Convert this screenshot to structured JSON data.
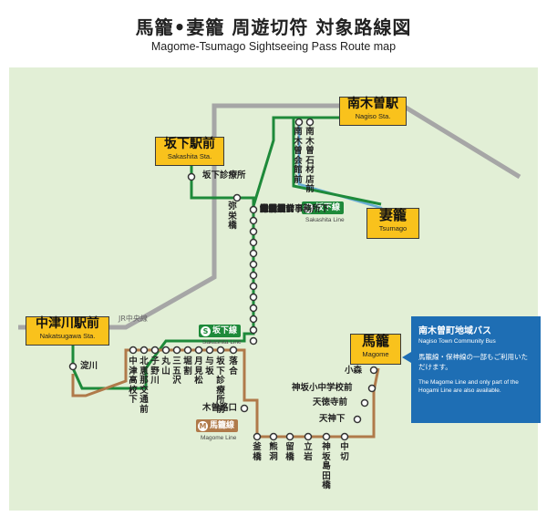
{
  "header": {
    "title_ja": "馬籠•妻籠 周遊切符 対象路線図",
    "title_en": "Magome-Tsumago Sightseeing Pass Route map"
  },
  "colors": {
    "background": "#e2efd6",
    "jr_line": "#a6a6a6",
    "sakashita_line": "#1e8a3a",
    "magome_line": "#b07a4a",
    "nagiso_line": "#6aaed6",
    "station_box": "#f9c21c",
    "info_box": "#1e6eb4"
  },
  "major_stations": {
    "nagiso": {
      "ja": "南木曽駅",
      "en": "Nagiso Sta."
    },
    "sakashita": {
      "ja": "坂下駅前",
      "en": "Sakashita Sta."
    },
    "tsumago": {
      "ja": "妻籠",
      "en": "Tsumago"
    },
    "nakatsugawa": {
      "ja": "中津川駅前",
      "en": "Nakatsugawa Sta."
    },
    "magome": {
      "ja": "馬籠",
      "en": "Magome"
    }
  },
  "lines": {
    "jr": "JR中央線",
    "sakashita_line": {
      "ja": "坂下線",
      "en": "Sakashita Line",
      "icon": "S"
    },
    "magome_line": {
      "ja": "馬籠線",
      "en": "Magome Line",
      "icon": "M"
    }
  },
  "stops": {
    "sakashita_clinic": "坂下診療所",
    "yasaka": "弥栄橋",
    "nagiso_pair": [
      "南木曽会館前",
      "南木曽石材店前"
    ],
    "main_column": [
      "青木口",
      "神社前",
      "大又口",
      "山口総合事務所下",
      "吾妻屋前",
      "大島屋前",
      "大沢橋",
      "轟谷",
      "嫁射沢",
      "清水平",
      "増田屋前",
      "大久手口",
      "見晴口"
    ],
    "yodogawa": "淀川",
    "bottom_row": [
      "中津高校下",
      "北恵那交通前",
      "子野川",
      "丸山",
      "三五沢",
      "堀割",
      "月見松",
      "与坂",
      "坂下診療所前",
      "落合"
    ],
    "kisojiguchi": "木曽路口",
    "magome_line_stops": [
      "釜橋",
      "熊洞",
      "留橋",
      "立岩",
      "神坂島田橋",
      "中切"
    ],
    "magome_right": [
      "小森",
      "神坂小中学校前",
      "天徳寺前",
      "天神下"
    ]
  },
  "info_box": {
    "title_ja": "南木曽町地域バス",
    "title_en": "Nagiso Town Community Bus",
    "body_ja": "馬籠線・保神線の一部もご利用いただけます。",
    "body_en": "The Magome Line and only part of the Hogami Line are also available."
  }
}
